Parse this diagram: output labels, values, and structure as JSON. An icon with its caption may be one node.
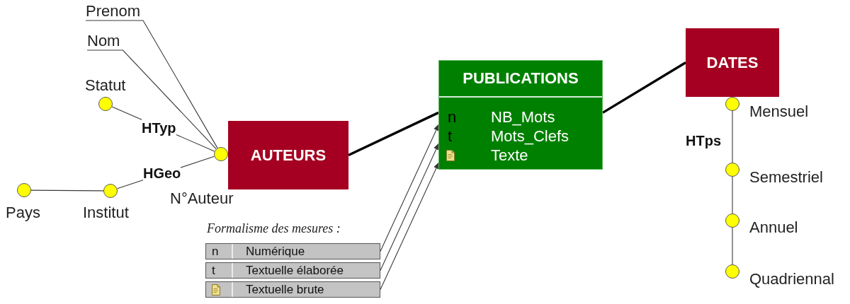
{
  "diagram": {
    "nodes": [
      {
        "text": [
          "Prenom"
        ]
      },
      {
        "text": [
          "Nom"
        ]
      },
      {
        "text": [],
        "shape": "circle",
        "beside": [
          "Statut"
        ]
      },
      {
        "text": [],
        "shape": "circle"
      },
      {
        "text": [
          "AUTEURS"
        ]
      },
      {
        "text": [],
        "shape": "circle",
        "beside": [
          "Pays"
        ]
      },
      {
        "text": [],
        "shape": "circle",
        "beside": [
          "Institut"
        ]
      },
      {
        "text": [
          "PUBLICATIONS"
        ]
      },
      {
        "text": [
          "n",
          "NB_Mots"
        ],
        "in": 7
      },
      {
        "text": [
          "t",
          "Mots_Clefs"
        ],
        "in": 7
      },
      {
        "text": [
          "Texte"
        ],
        "in": 7
      },
      {
        "text": [
          "DATES"
        ]
      },
      {
        "text": [],
        "shape": "circle",
        "beside": [
          "Mensuel"
        ]
      },
      {
        "text": [],
        "shape": "circle",
        "beside": [
          "Semestriel"
        ]
      },
      {
        "text": [],
        "shape": "circle",
        "beside": [
          "Annuel"
        ]
      },
      {
        "text": [],
        "shape": "circle",
        "beside": [
          "Quadriennal"
        ]
      },
      {
        "text": [
          "n",
          "Numérique"
        ]
      },
      {
        "text": [
          "t",
          "Textuelle élaborée"
        ]
      },
      {
        "text": [
          "Textuelle brute"
        ]
      }
    ],
    "edges": [
      {
        "from": 0,
        "to": 3,
        "arrow": "none"
      },
      {
        "from": 1,
        "to": 3,
        "arrow": "none"
      },
      {
        "from": 2,
        "to": 3,
        "arrow": "none",
        "label": "HTyp"
      },
      {
        "from": 5,
        "to": 6,
        "arrow": "none"
      },
      {
        "from": 6,
        "to": 3,
        "arrow": "none",
        "label": "HGeo"
      },
      {
        "from": 4,
        "to": 7,
        "arrow": "none",
        "style": "thick"
      },
      {
        "from": 7,
        "to": 11,
        "arrow": "none",
        "style": "thick"
      },
      {
        "from": 12,
        "to": 13,
        "arrow": "none",
        "label": "HTps"
      },
      {
        "from": 13,
        "to": 14,
        "arrow": "none"
      },
      {
        "from": 14,
        "to": 15,
        "arrow": "none"
      },
      {
        "from": 16,
        "to": 8,
        "arrow": "to"
      },
      {
        "from": 17,
        "to": 9,
        "arrow": "to"
      },
      {
        "from": 18,
        "to": 10,
        "arrow": "to"
      }
    ],
    "labels": [
      "N°Auteur",
      "Formalisme des mesures :"
    ]
  }
}
